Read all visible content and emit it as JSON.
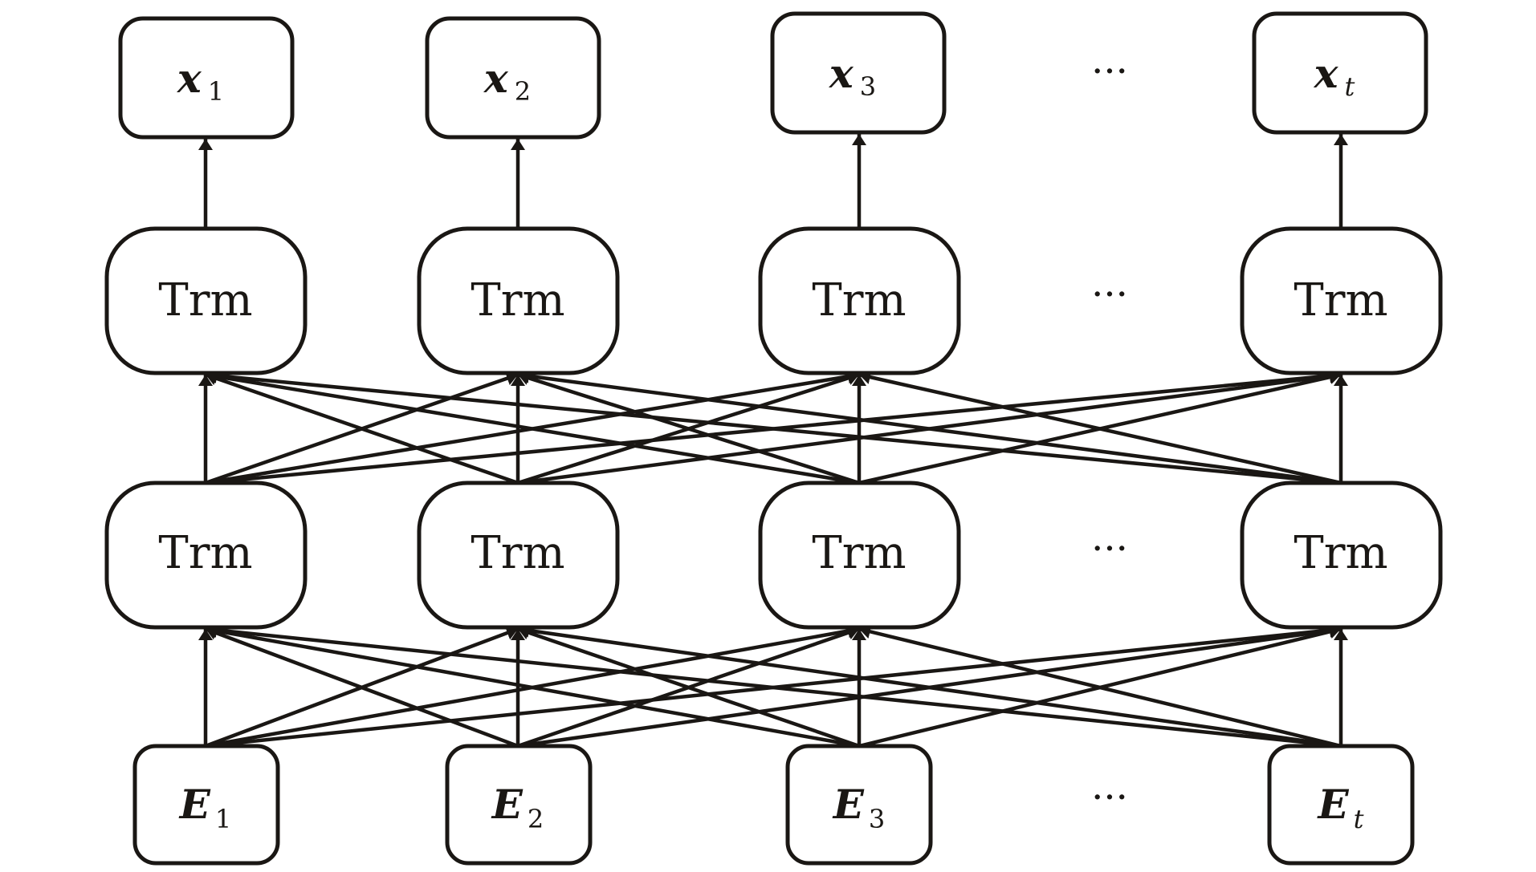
{
  "diagram": {
    "output_row": {
      "nodes": [
        {
          "symbol": "x",
          "subscript": "1",
          "subscript_italic": false
        },
        {
          "symbol": "x",
          "subscript": "2",
          "subscript_italic": false
        },
        {
          "symbol": "x",
          "subscript": "3",
          "subscript_italic": false
        },
        {
          "symbol": "x",
          "subscript": "t",
          "subscript_italic": true
        }
      ],
      "ellipsis": "···"
    },
    "transformer_layer_2": {
      "nodes": [
        {
          "label": "Trm"
        },
        {
          "label": "Trm"
        },
        {
          "label": "Trm"
        },
        {
          "label": "Trm"
        }
      ],
      "ellipsis": "···"
    },
    "transformer_layer_1": {
      "nodes": [
        {
          "label": "Trm"
        },
        {
          "label": "Trm"
        },
        {
          "label": "Trm"
        },
        {
          "label": "Trm"
        }
      ],
      "ellipsis": "···"
    },
    "input_row": {
      "nodes": [
        {
          "symbol": "E",
          "subscript": "1",
          "subscript_italic": false
        },
        {
          "symbol": "E",
          "subscript": "2",
          "subscript_italic": false
        },
        {
          "symbol": "E",
          "subscript": "3",
          "subscript_italic": false
        },
        {
          "symbol": "E",
          "subscript": "t",
          "subscript_italic": true
        }
      ],
      "ellipsis": "···"
    },
    "connections": {
      "input_to_layer_1": "fully-connected",
      "layer_1_to_layer_2": "fully-connected",
      "layer_2_to_output": "one-to-one"
    },
    "colors": {
      "stroke": "#1a1714",
      "background": "#ffffff"
    }
  }
}
